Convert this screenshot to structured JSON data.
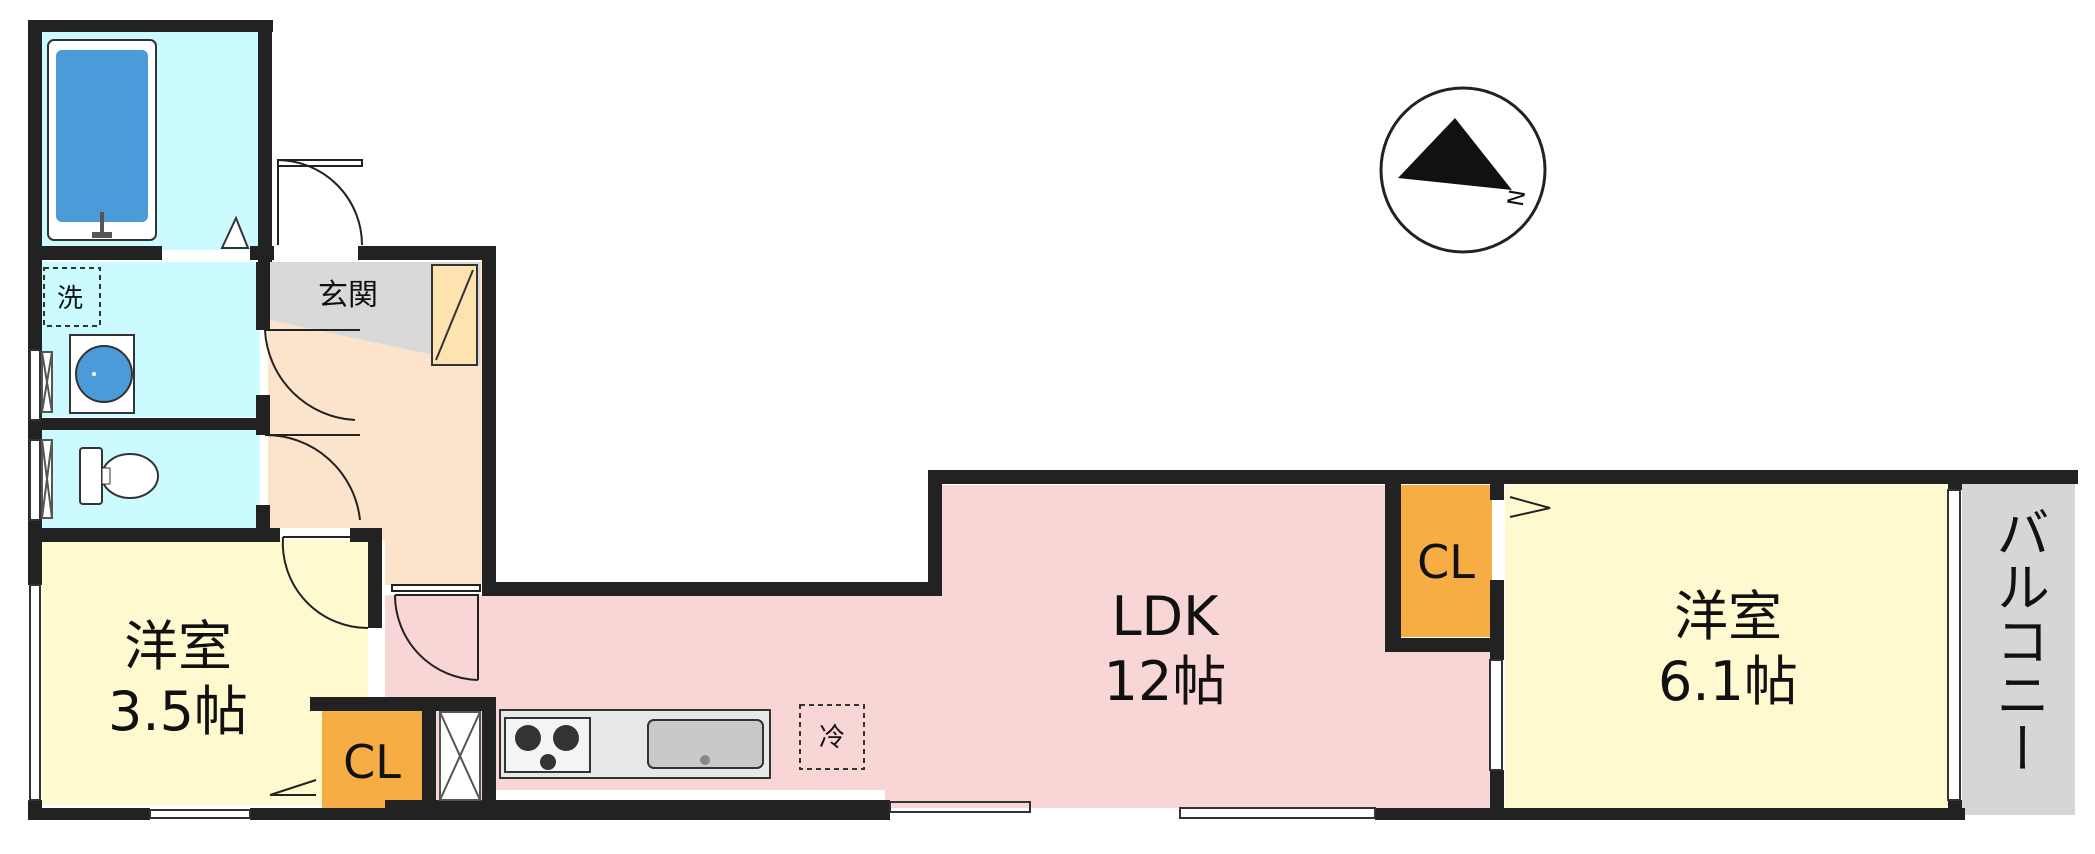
{
  "compass": {
    "north_label": "N"
  },
  "rooms": {
    "bath": {
      "name": "",
      "color": "#ccfbff"
    },
    "washroom": {
      "name": "",
      "color": "#ccfbff"
    },
    "toilet": {
      "name": "",
      "color": "#ccfbff"
    },
    "entrance": {
      "name": "玄関",
      "color": "#d9d9d9"
    },
    "hall": {
      "name": "",
      "color": "#fce3cc"
    },
    "western_small": {
      "name": "洋室",
      "size": "3.5帖",
      "color": "#fff9d0"
    },
    "ldk": {
      "name": "LDK",
      "size": "12帖",
      "color": "#f8d6d6"
    },
    "western_large": {
      "name": "洋室",
      "size": "6.1帖",
      "color": "#fff9d0"
    },
    "balcony": {
      "name": "バルコニー",
      "color": "#d6d6d6"
    }
  },
  "closets": {
    "label": "CL",
    "color": "#f6ad44"
  },
  "fixtures": {
    "washer_label": "洗",
    "fridge_label": "冷"
  },
  "colors": {
    "wall": "#222222",
    "window": "#ffffff"
  }
}
